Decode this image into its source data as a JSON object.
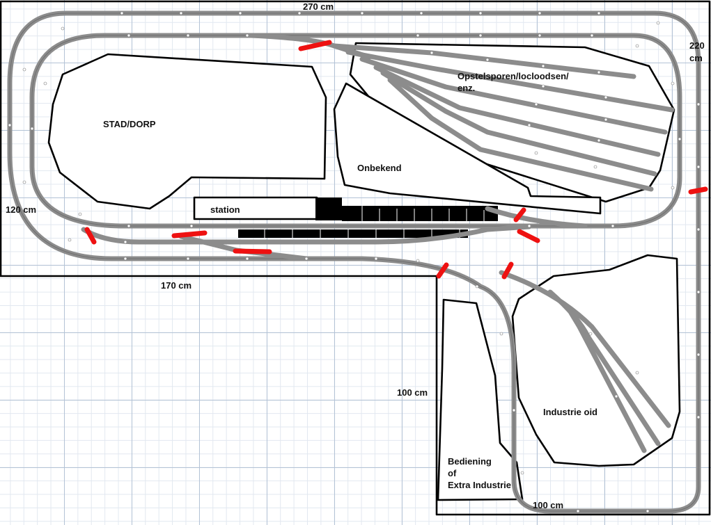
{
  "dimensions": {
    "top": "270 cm",
    "right": "220 cm",
    "left": "120 cm",
    "bottom_left": "170 cm",
    "lower_middle": "100 cm",
    "lower_bottom": "100 cm"
  },
  "zones": {
    "town": "STAD/DORP",
    "yard_line1": "Opstelsporen/locloodsen/",
    "yard_line2": "enz.",
    "unknown": "Onbekend",
    "station": "station",
    "industry": "Industrie oid",
    "control_line1": "Bediening",
    "control_line2": "of",
    "control_line3": "Extra Industrie"
  },
  "colors": {
    "track": "#8c8c8c",
    "rail": "#6a6a6a",
    "outline": "#000000",
    "separator": "#ee1111",
    "grid_major": "#b4c3d6",
    "grid_minor": "#e2e8f0"
  }
}
